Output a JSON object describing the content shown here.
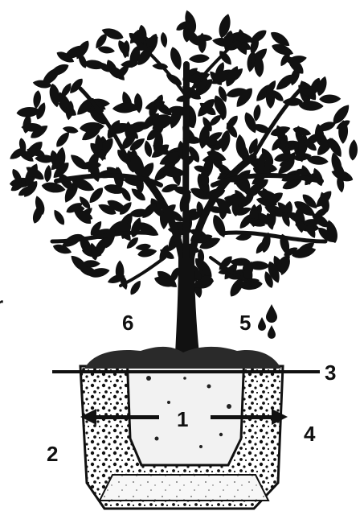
{
  "labels": {
    "one": "1",
    "two": "2",
    "three": "3",
    "four": "4",
    "five": "5",
    "six": "6",
    "edge_fragment": "r"
  },
  "icons": {
    "water_drops": "water-drops-icon"
  },
  "colors": {
    "ink": "#111111",
    "paper": "#ffffff",
    "rootball": "#f2f2f2",
    "soil": "#2a2a2a"
  }
}
